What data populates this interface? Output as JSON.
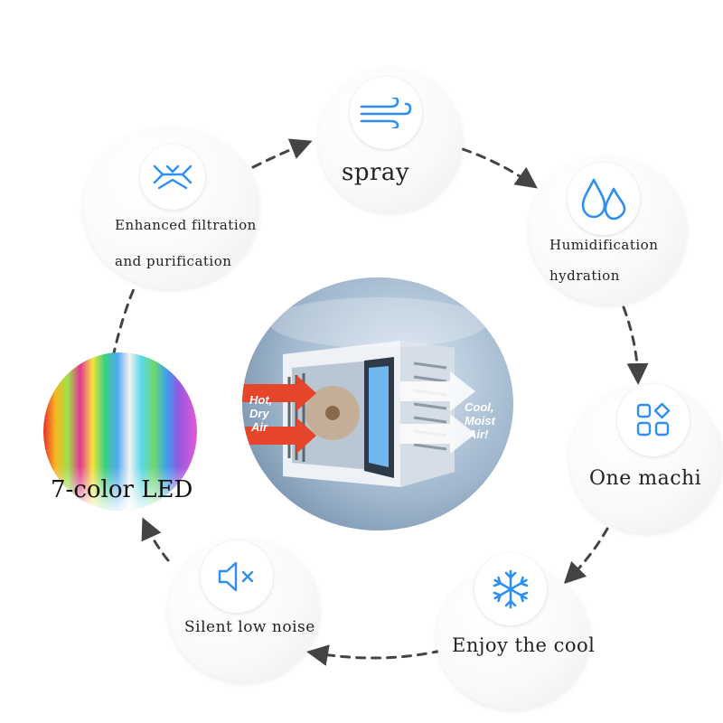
{
  "center": {
    "hot_label_1": "Hot,",
    "hot_label_2": "Dry",
    "hot_label_3": "Air",
    "cool_label_1": "Cool,",
    "cool_label_2": "Moist",
    "cool_label_3": "Air!"
  },
  "features": {
    "spray": {
      "label": "spray",
      "icon": "wind-icon"
    },
    "humidification": {
      "line1": "Humidification",
      "line2": "hydration",
      "icon": "water-drops-icon"
    },
    "one_machine": {
      "label": "One machine",
      "icon": "apps-grid-icon"
    },
    "enjoy_cool": {
      "label": "Enjoy the cool",
      "icon": "snowflake-icon"
    },
    "silent": {
      "label": "Silent low noise",
      "icon": "mute-speaker-icon"
    },
    "led": {
      "label": "7-color LED"
    },
    "filtration": {
      "line1": "Enhanced filtration",
      "line2": "and purification",
      "icon": "filter-icon"
    }
  },
  "colors": {
    "icon_blue": "#2f8ff0",
    "arrow_gray": "#444444",
    "hot_red": "#e5452a",
    "cool_blue": "#4aa0e6"
  }
}
